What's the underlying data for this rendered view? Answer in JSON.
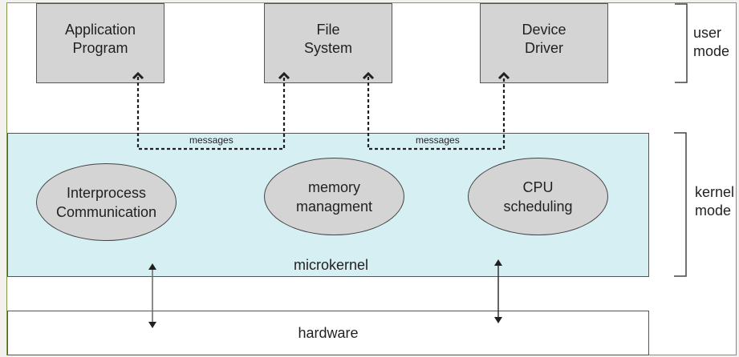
{
  "diagram": {
    "user_space": {
      "boxes": [
        {
          "id": "application-program",
          "label": "Application\nProgram"
        },
        {
          "id": "file-system",
          "label": "File\nSystem"
        },
        {
          "id": "device-driver",
          "label": "Device\nDriver"
        }
      ]
    },
    "kernel": {
      "label": "microkernel",
      "components": [
        {
          "id": "interprocess-communication",
          "label": "Interprocess\nCommunication"
        },
        {
          "id": "memory-management",
          "label": "memory\nmanagment"
        },
        {
          "id": "cpu-scheduling",
          "label": "CPU\nscheduling"
        }
      ],
      "message_labels": [
        "messages",
        "messages"
      ]
    },
    "hardware": {
      "label": "hardware"
    },
    "modes": {
      "user": "user\nmode",
      "kernel": "kernel\nmode"
    },
    "connections": [
      {
        "from": "application-program",
        "to": "file-system",
        "label": "messages",
        "style": "dashed"
      },
      {
        "from": "file-system",
        "to": "device-driver",
        "label": "messages",
        "style": "dashed"
      },
      {
        "from": "microkernel",
        "to": "hardware",
        "style": "bidirectional"
      },
      {
        "from": "microkernel",
        "to": "hardware",
        "style": "bidirectional"
      }
    ],
    "colors": {
      "frame_border": "#7f9a4c",
      "user_box_fill": "#d4d4d4",
      "kernel_fill": "#d6eff3",
      "stroke": "#555555"
    }
  }
}
